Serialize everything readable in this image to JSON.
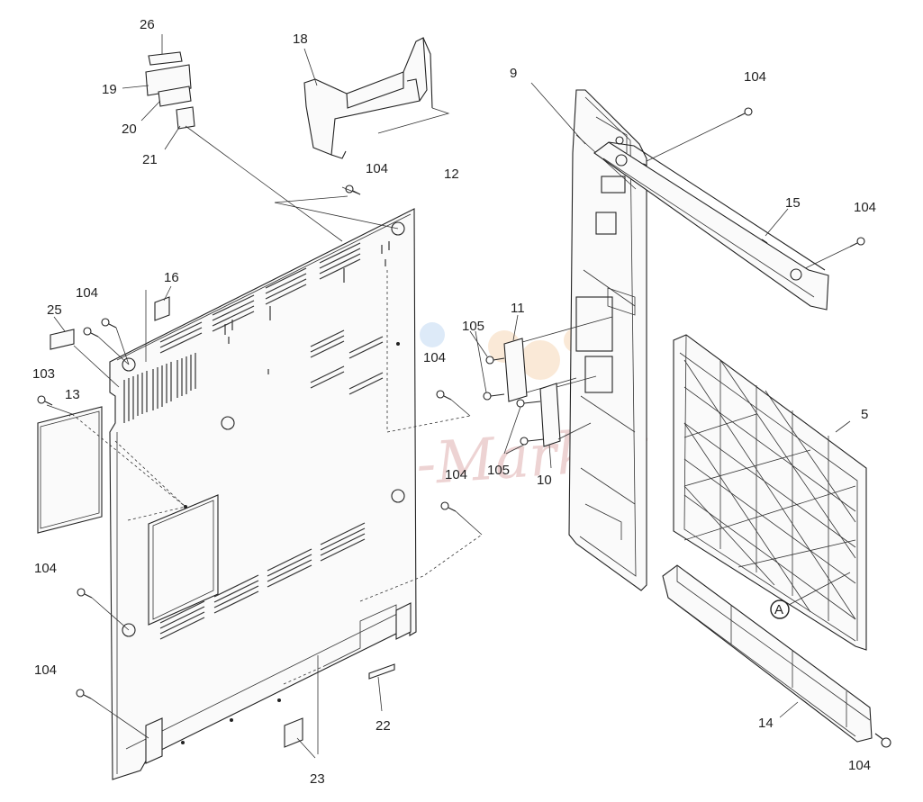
{
  "callouts": {
    "c5": "5",
    "c9": "9",
    "c10": "10",
    "c11": "11",
    "c12": "12",
    "c13": "13",
    "c14": "14",
    "c15": "15",
    "c16": "16",
    "c18": "18",
    "c19": "19",
    "c20": "20",
    "c21": "21",
    "c22": "22",
    "c23": "23",
    "c25": "25",
    "c26": "26",
    "c103": "103",
    "c104a": "104",
    "c104b": "104",
    "c104c": "104",
    "c104d": "104",
    "c104e": "104",
    "c104f": "104",
    "c104g": "104",
    "c104h": "104",
    "c104i": "104",
    "c105a": "105",
    "c105b": "105",
    "detailA": "A"
  },
  "watermark": {
    "text": "Ink-Market"
  },
  "colors": {
    "line": "#222222",
    "watermark_text": "#d9a0a0",
    "watermark_blue": "#9fc3ea",
    "watermark_orange": "#f3c99a"
  }
}
